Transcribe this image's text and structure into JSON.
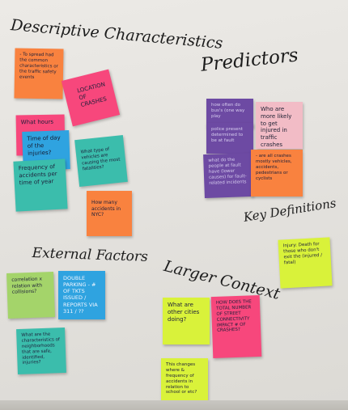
{
  "headings": {
    "descriptive": "Descriptive Characteristics",
    "predictors": "Predictors",
    "key_definitions": "Key Definitions",
    "external_factors": "External Factors",
    "larger_context": "Larger Context"
  },
  "notes": {
    "descriptive_orange": "- To spread had the common characteristics or the traffic safety events",
    "location_of_crashes": "LOCATION OF CRASHES",
    "what_hours": "What hours",
    "time_of_day": "Time of day of the injuries?",
    "frequency_of_accidents": "Frequency of accidents per time of year",
    "what_type_of_vehicles": "What type of vehicles are causing the most fatalities?",
    "how_many_accidents": "How many accidents in NYC?",
    "how_often": "how often do bus's (one way play",
    "police_present": "police present determined to be at fault",
    "who_are_more_likely": "Who are more likely to get injured in traffic crashes",
    "what_do_the_people": "what do the people at fault have (lower causes) for fault-related incidents",
    "are_crashes_mostly": "- are all crashes mostly vehicles, accidents, pedestrians or cyclists",
    "injury_death_def": "Injury: Death for those who don't exit the (injured / fatal)",
    "correlation": "correlation x relation with collisions?",
    "double_parking": "DOUBLE PARKING - # OF TKTS ISSUED / REPORTS VIA 311 / ??",
    "characteristics_of": "What are the characteristics of neighborhoods that are safe, identified, injuries?",
    "other_cities": "What are other cities doing?",
    "how_does_total": "HOW DOES THE TOTAL NUMBER OF STREET CONNECTIVITY IMPACT # OF CRASHES?",
    "this_changes": "This changes where & frequency of accidents in relation to school or etc?"
  },
  "colors": {
    "board": "#e6e4e0",
    "ink": "#1c1c1c",
    "pink": "#f7477c",
    "orange": "#f9823f",
    "teal": "#3bbdac",
    "blue": "#2fa3e0",
    "purple": "#6d4aa3",
    "light_pink": "#f2bcc6",
    "yellow": "#d9f23a",
    "green": "#a4d46a"
  }
}
